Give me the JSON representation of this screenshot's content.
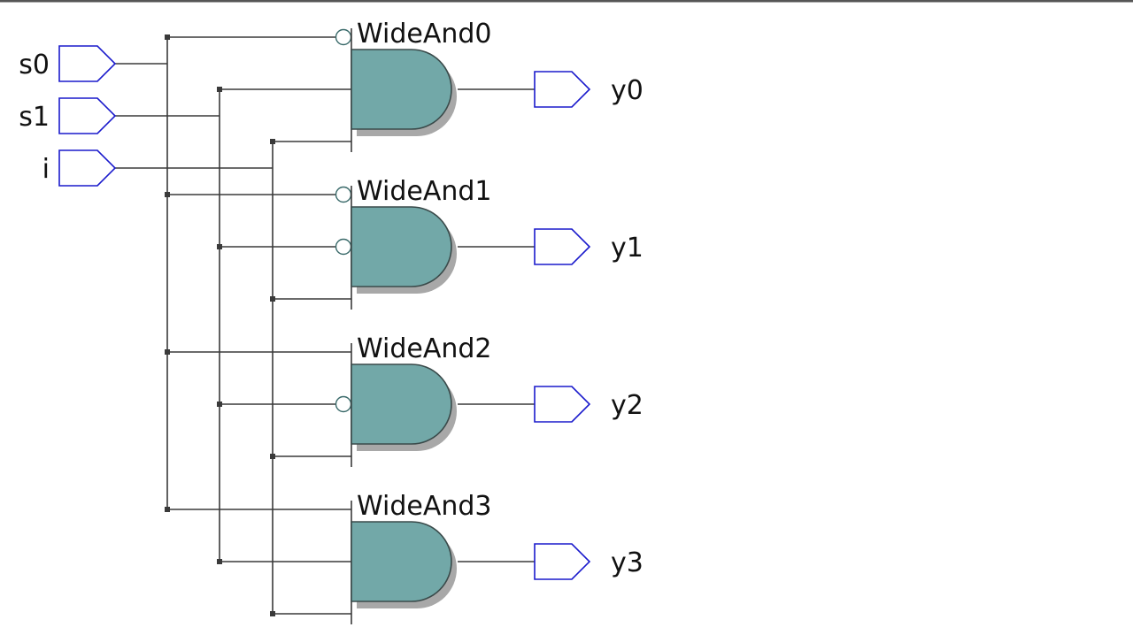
{
  "inputs": [
    {
      "name": "s0"
    },
    {
      "name": "s1"
    },
    {
      "name": "i"
    }
  ],
  "gates": [
    {
      "label": "WideAnd0",
      "output": "y0",
      "inverted": [
        true,
        false,
        false
      ]
    },
    {
      "label": "WideAnd1",
      "output": "y1",
      "inverted": [
        true,
        true,
        false
      ]
    },
    {
      "label": "WideAnd2",
      "output": "y2",
      "inverted": [
        false,
        true,
        false
      ]
    },
    {
      "label": "WideAnd3",
      "output": "y3",
      "inverted": [
        false,
        false,
        false
      ]
    }
  ],
  "colors": {
    "port_stroke": "#1a1acc",
    "gate_fill": "#72a8a8",
    "wire": "#3a3a3a"
  }
}
